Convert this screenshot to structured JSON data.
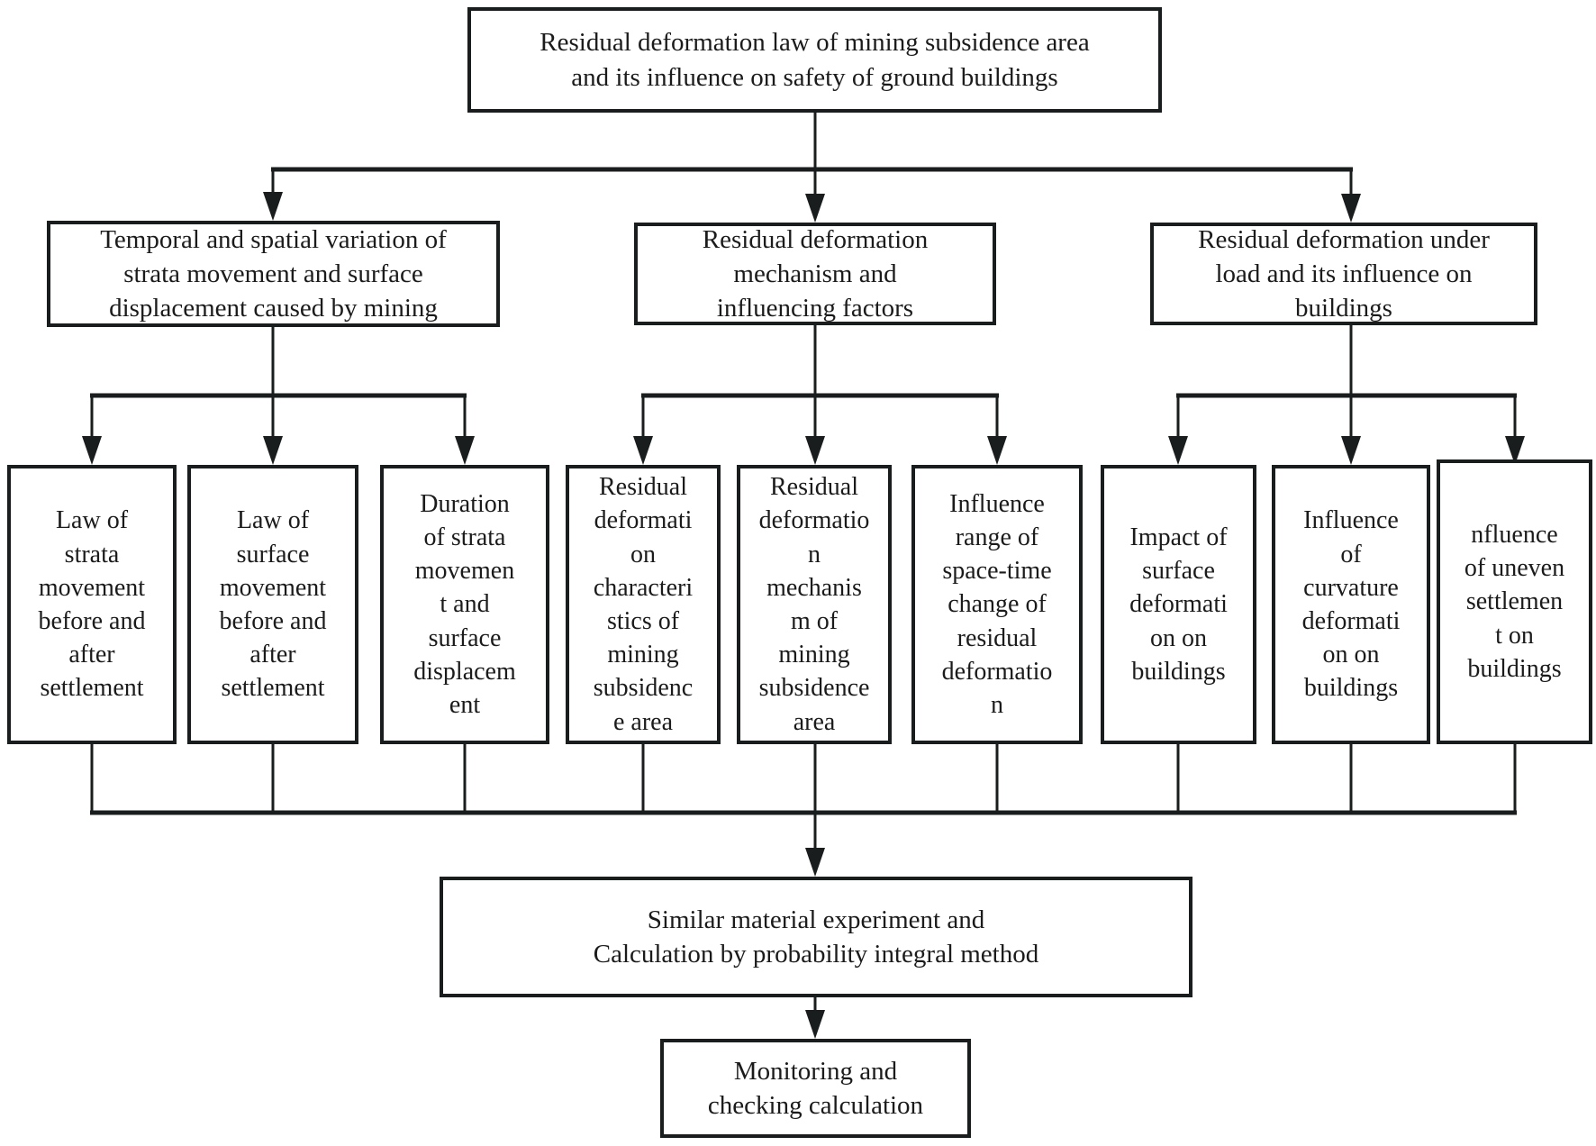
{
  "boxes": {
    "root": {
      "text": "Residual deformation law of mining subsidence area\nand its influence on safety of ground buildings"
    },
    "level2": [
      {
        "text": "Temporal and spatial variation of\nstrata movement and surface\ndisplacement caused by mining"
      },
      {
        "text": "Residual deformation\nmechanism and\ninfluencing factors"
      },
      {
        "text": "Residual deformation under\nload and its influence on\nbuildings"
      }
    ],
    "level3": [
      {
        "text": "Law of\nstrata\nmovement\nbefore and\nafter\nsettlement"
      },
      {
        "text": "Law of\nsurface\nmovement\nbefore and\nafter\nsettlement"
      },
      {
        "text": "Duration\nof strata\nmovemen\nt and\nsurface\ndisplacem\nent"
      },
      {
        "text": "Residual\ndeformati\non\ncharacteri\nstics of\nmining\nsubsidenc\ne area"
      },
      {
        "text": "Residual\ndeformatio\nn\nmechanis\nm of\nmining\nsubsidence\narea"
      },
      {
        "text": "Influence\nrange of\nspace-time\nchange of\nresidual\ndeformatio\nn"
      },
      {
        "text": "Impact of\nsurface\ndeformati\non on\nbuildings"
      },
      {
        "text": "Influence\nof\ncurvature\ndeformati\non on\nbuildings"
      },
      {
        "text": "nfluence\nof uneven\nsettlemen\nt on\nbuildings"
      }
    ],
    "experiment": {
      "text": "Similar material experiment and\nCalculation by probability integral method"
    },
    "monitoring": {
      "text": "Monitoring and\nchecking calculation"
    }
  },
  "colors": {
    "line": "#1a1d1e",
    "box_border": "#1a1d1e",
    "background": "#ffffff",
    "text": "#1b1b1b"
  }
}
